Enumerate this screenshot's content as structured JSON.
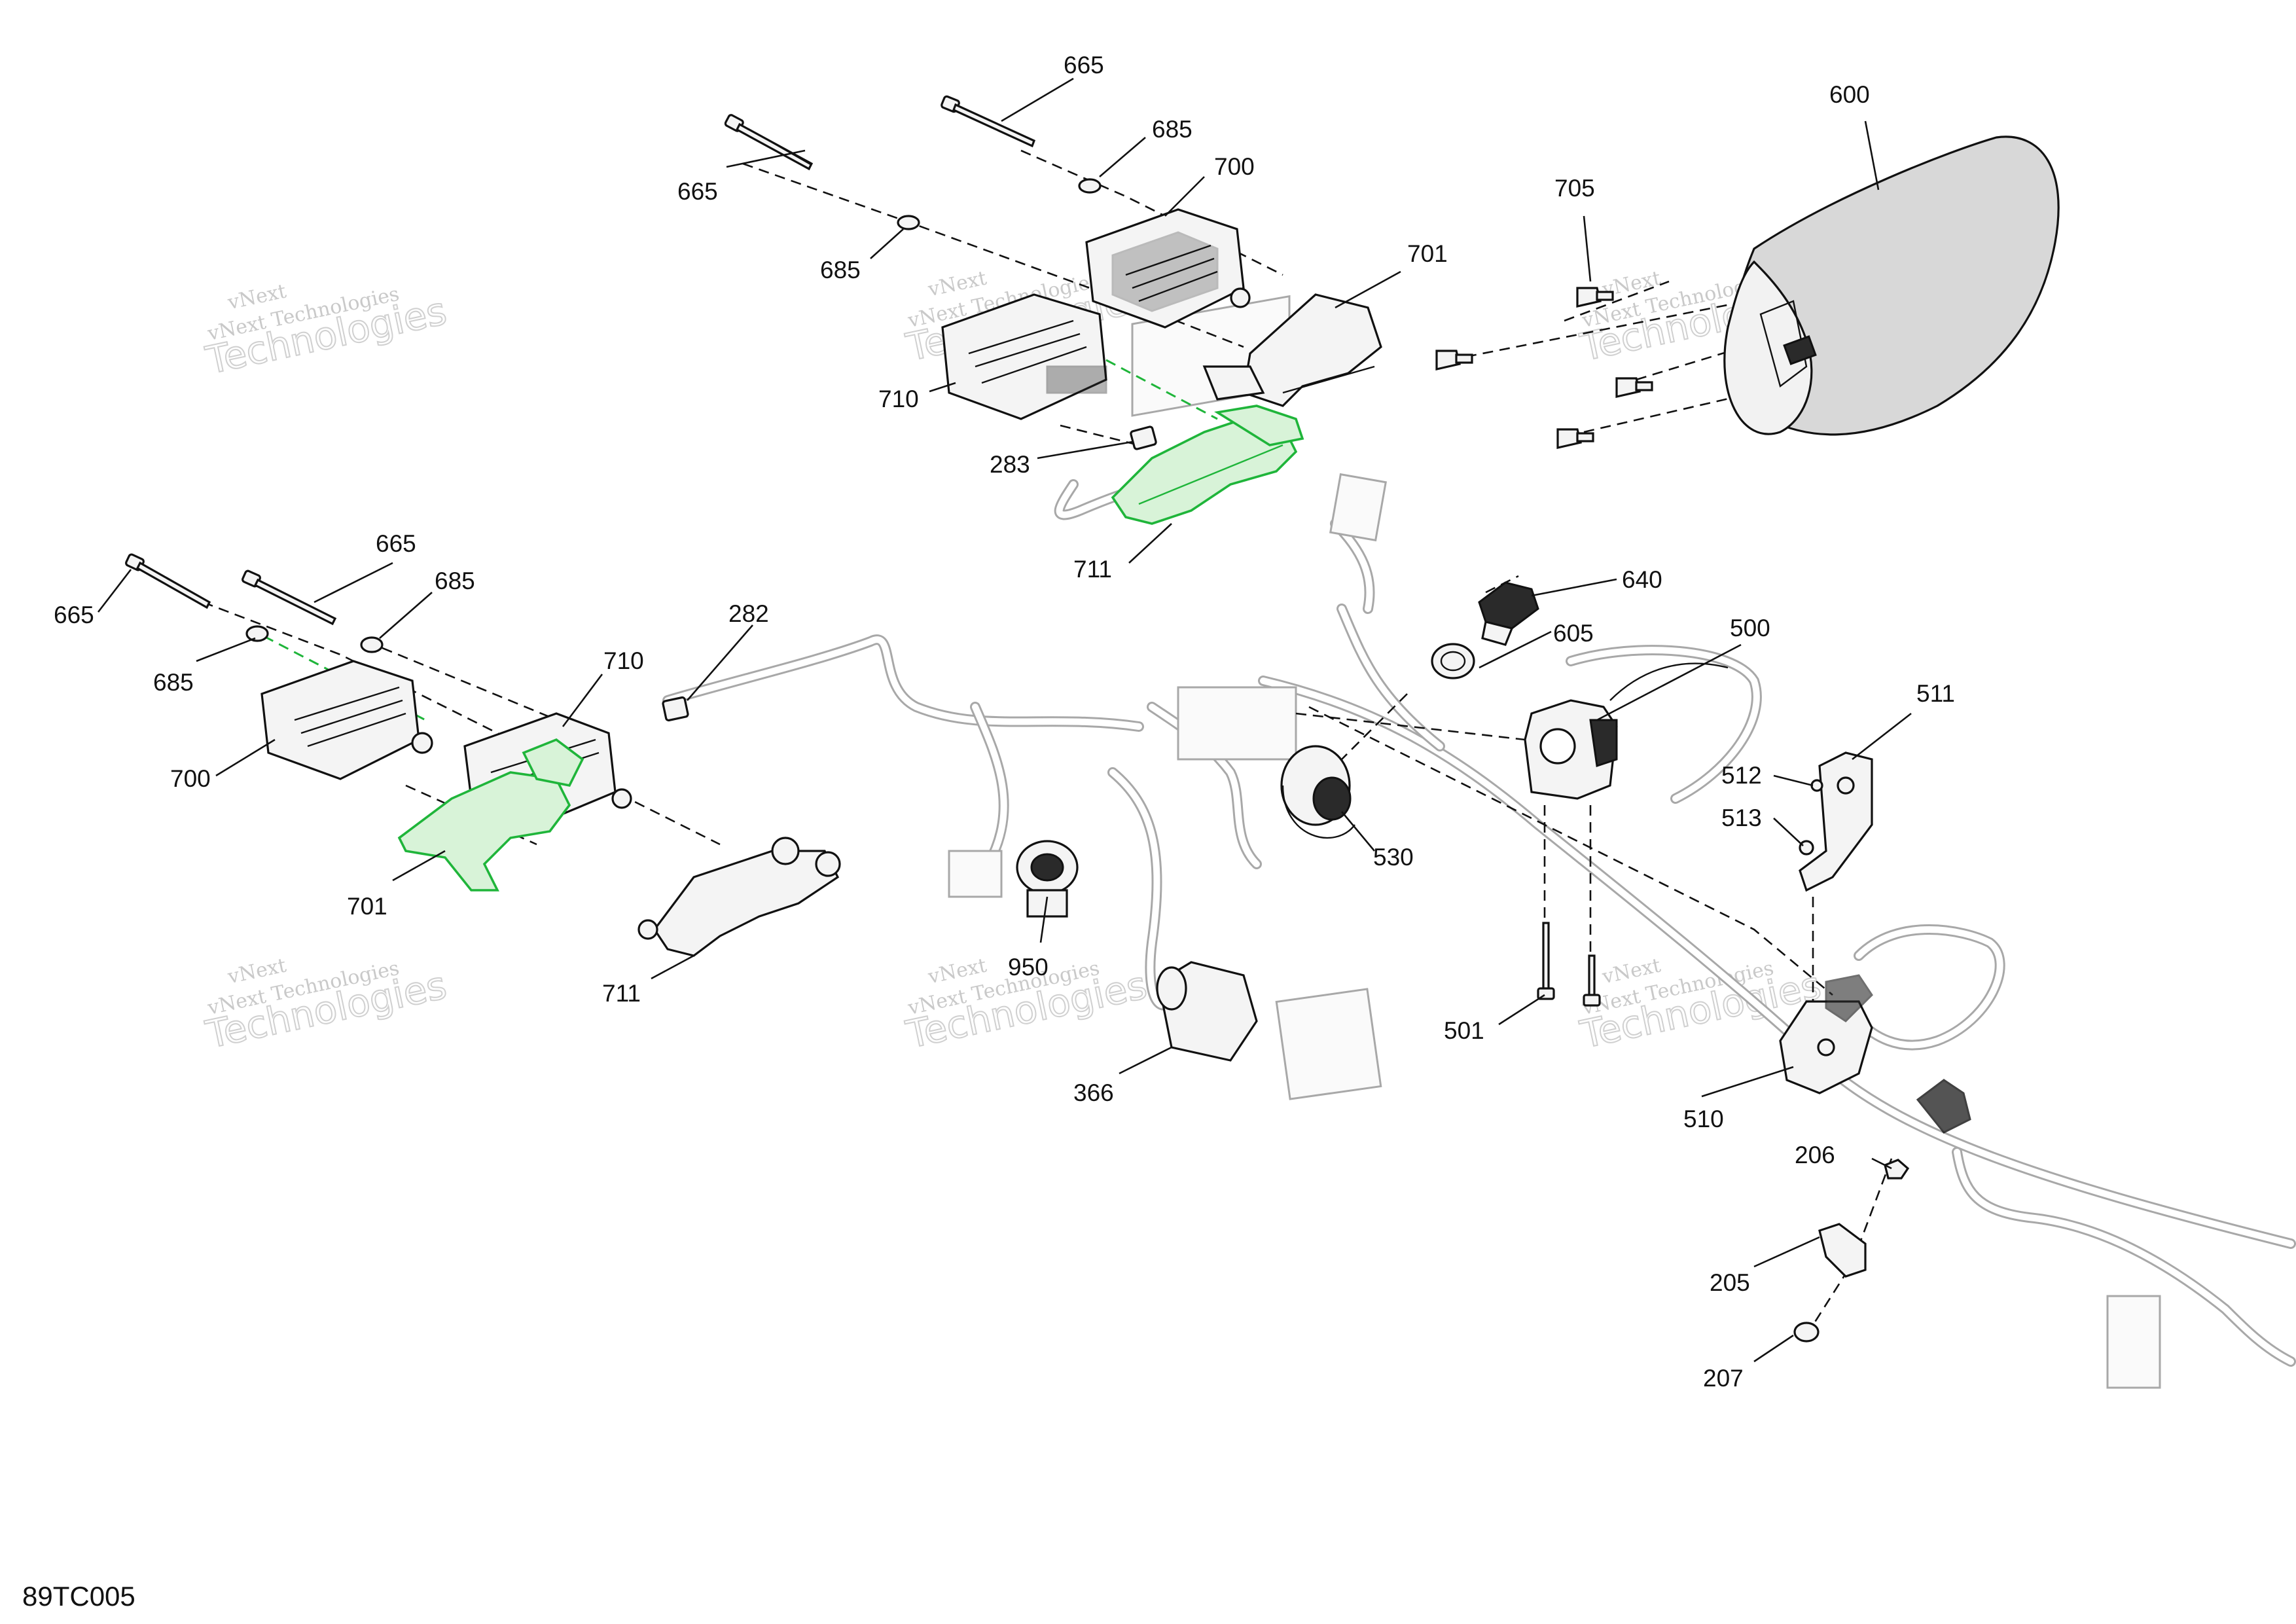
{
  "diagram_code": "89TC005",
  "watermark": {
    "brand_line": "vNext",
    "line": "vNext Technologies",
    "big": "Technologies"
  },
  "callouts": [
    {
      "id": "c665a",
      "text": "665"
    },
    {
      "id": "c665b",
      "text": "665"
    },
    {
      "id": "c685a",
      "text": "685"
    },
    {
      "id": "c685b",
      "text": "685"
    },
    {
      "id": "c700a",
      "text": "700"
    },
    {
      "id": "c701a",
      "text": "701"
    },
    {
      "id": "c710a",
      "text": "710"
    },
    {
      "id": "c283",
      "text": "283"
    },
    {
      "id": "c711a",
      "text": "711"
    },
    {
      "id": "c600",
      "text": "600"
    },
    {
      "id": "c705",
      "text": "705"
    },
    {
      "id": "c665c",
      "text": "665"
    },
    {
      "id": "c665d",
      "text": "665"
    },
    {
      "id": "c685c",
      "text": "685"
    },
    {
      "id": "c685d",
      "text": "685"
    },
    {
      "id": "c700b",
      "text": "700"
    },
    {
      "id": "c710b",
      "text": "710"
    },
    {
      "id": "c701b",
      "text": "701"
    },
    {
      "id": "c711b",
      "text": "711"
    },
    {
      "id": "c282",
      "text": "282"
    },
    {
      "id": "c640",
      "text": "640"
    },
    {
      "id": "c605",
      "text": "605"
    },
    {
      "id": "c500",
      "text": "500"
    },
    {
      "id": "c511",
      "text": "511"
    },
    {
      "id": "c512",
      "text": "512"
    },
    {
      "id": "c513",
      "text": "513"
    },
    {
      "id": "c530",
      "text": "530"
    },
    {
      "id": "c950",
      "text": "950"
    },
    {
      "id": "c366",
      "text": "366"
    },
    {
      "id": "c501",
      "text": "501"
    },
    {
      "id": "c510",
      "text": "510"
    },
    {
      "id": "c206",
      "text": "206"
    },
    {
      "id": "c205",
      "text": "205"
    },
    {
      "id": "c207",
      "text": "207"
    }
  ]
}
